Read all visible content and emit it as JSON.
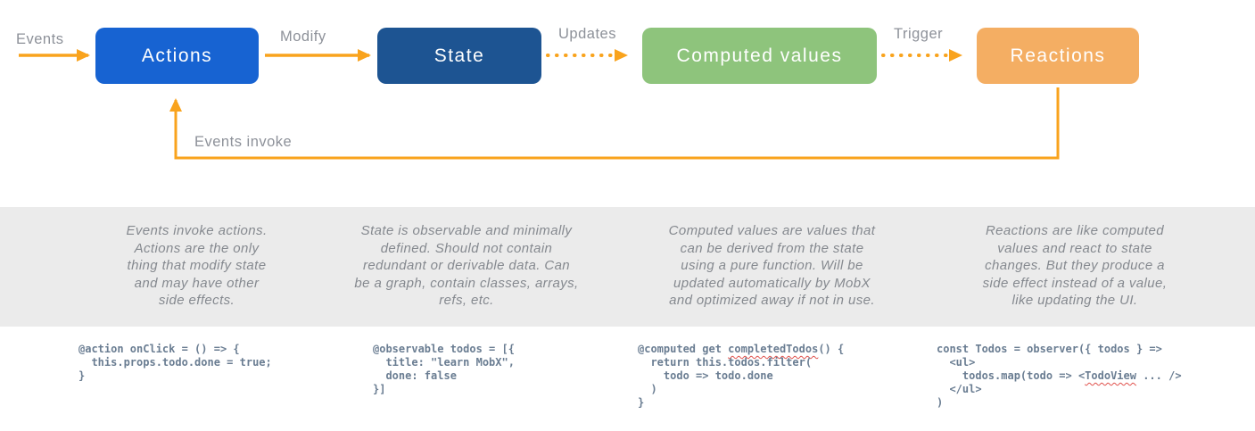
{
  "diagram": {
    "arrow_color": "#f9a31d",
    "nodes": [
      {
        "id": "actions",
        "label": "Actions",
        "color": "#1763d2"
      },
      {
        "id": "state",
        "label": "State",
        "color": "#1d5492"
      },
      {
        "id": "computed-values",
        "label": "Computed values",
        "color": "#8ec47c"
      },
      {
        "id": "reactions",
        "label": "Reactions",
        "color": "#f4ae63"
      }
    ],
    "edge_labels": {
      "events": "Events",
      "modify": "Modify",
      "updates": "Updates",
      "trigger": "Trigger",
      "events_invoke": "Events invoke"
    }
  },
  "descriptions": [
    "Events invoke actions.\nActions are the only\nthing that modify state\nand may have other\nside effects.",
    "State is observable and minimally\ndefined. Should not contain\nredundant or derivable data. Can\nbe a graph, contain classes, arrays,\nrefs, etc.",
    "Computed values are values that\ncan be derived from the state\nusing a pure function. Will be\nupdated automatically by MobX\nand optimized away if not in use.",
    "Reactions are like computed\nvalues and react to state\nchanges. But they produce a\nside effect instead of a value,\nlike updating the UI."
  ],
  "code_blocks": [
    {
      "lines": [
        [
          {
            "t": "@action onClick = () => {"
          }
        ],
        [
          {
            "t": "  this.props.todo.done = true;"
          }
        ],
        [
          {
            "t": "}"
          }
        ]
      ]
    },
    {
      "lines": [
        [
          {
            "t": "@observable todos = [{"
          }
        ],
        [
          {
            "t": "  title: \"learn MobX\","
          }
        ],
        [
          {
            "t": "  done: false"
          }
        ],
        [
          {
            "t": "}]"
          }
        ]
      ]
    },
    {
      "lines": [
        [
          {
            "t": "@computed get "
          },
          {
            "t": "completedTodos",
            "squiggle": true
          },
          {
            "t": "() {"
          }
        ],
        [
          {
            "t": "  return this.todos.filter("
          }
        ],
        [
          {
            "t": "    todo => todo.done"
          }
        ],
        [
          {
            "t": "  )"
          }
        ],
        [
          {
            "t": "}"
          }
        ]
      ]
    },
    {
      "lines": [
        [
          {
            "t": "const Todos = observer({ todos } =>"
          }
        ],
        [
          {
            "t": "  <ul>"
          }
        ],
        [
          {
            "t": "    todos.map(todo => <"
          },
          {
            "t": "TodoView",
            "squiggle": true
          },
          {
            "t": " ... />"
          }
        ],
        [
          {
            "t": "  </ul>"
          }
        ],
        [
          {
            "t": ")"
          }
        ]
      ]
    }
  ]
}
